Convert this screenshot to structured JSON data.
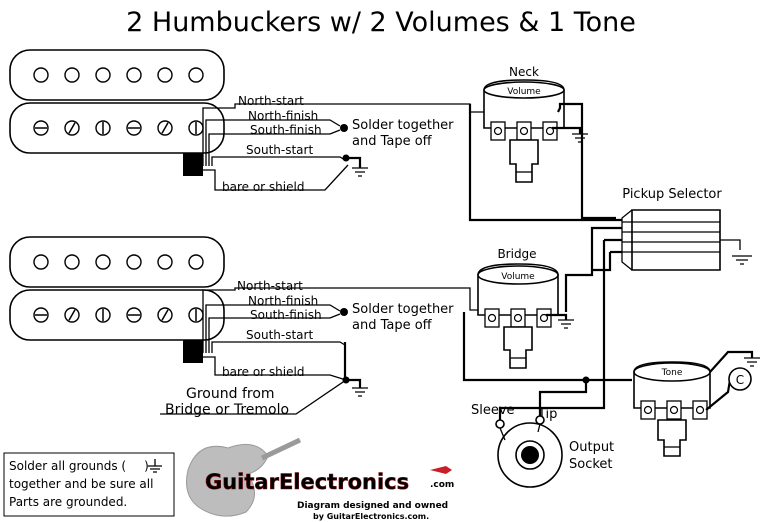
{
  "title": "2 Humbuckers w/ 2 Volumes & 1 Tone",
  "pickups": {
    "neck": {
      "wires": [
        "North-start",
        "North-finish",
        "South-finish",
        "South-start",
        "bare or shield"
      ],
      "solder_note_1": "Solder together",
      "solder_note_2": "and Tape off"
    },
    "bridge": {
      "wires": [
        "North-start",
        "North-finish",
        "South-finish",
        "South-start",
        "bare or shield"
      ],
      "solder_note_1": "Solder together",
      "solder_note_2": "and Tape off",
      "ground_note_1": "Ground from",
      "ground_note_2": "Bridge or Tremolo"
    }
  },
  "pots": {
    "neck_label": "Neck",
    "neck_pot": "Volume",
    "bridge_label": "Bridge",
    "bridge_pot": "Volume",
    "tone_pot": "Tone",
    "capacitor": "C"
  },
  "selector": {
    "label": "Pickup Selector"
  },
  "jack": {
    "sleeve": "Sleeve",
    "tip": "Tip",
    "output_1": "Output",
    "output_2": "Socket"
  },
  "note": {
    "line1_a": "Solder all grounds (",
    "line1_b": ")",
    "line2": "together and be sure all",
    "line3": "Parts are grounded."
  },
  "brand": {
    "name": "GuitarElectronics",
    "suffix": ".com",
    "line1": "Diagram designed and owned",
    "line2": "by GuitarElectronics.com."
  },
  "colors": {
    "ink": "#000000",
    "paper": "#ffffff",
    "brand_red": "#c8202a",
    "brand_gray": "#b5b5b5"
  }
}
